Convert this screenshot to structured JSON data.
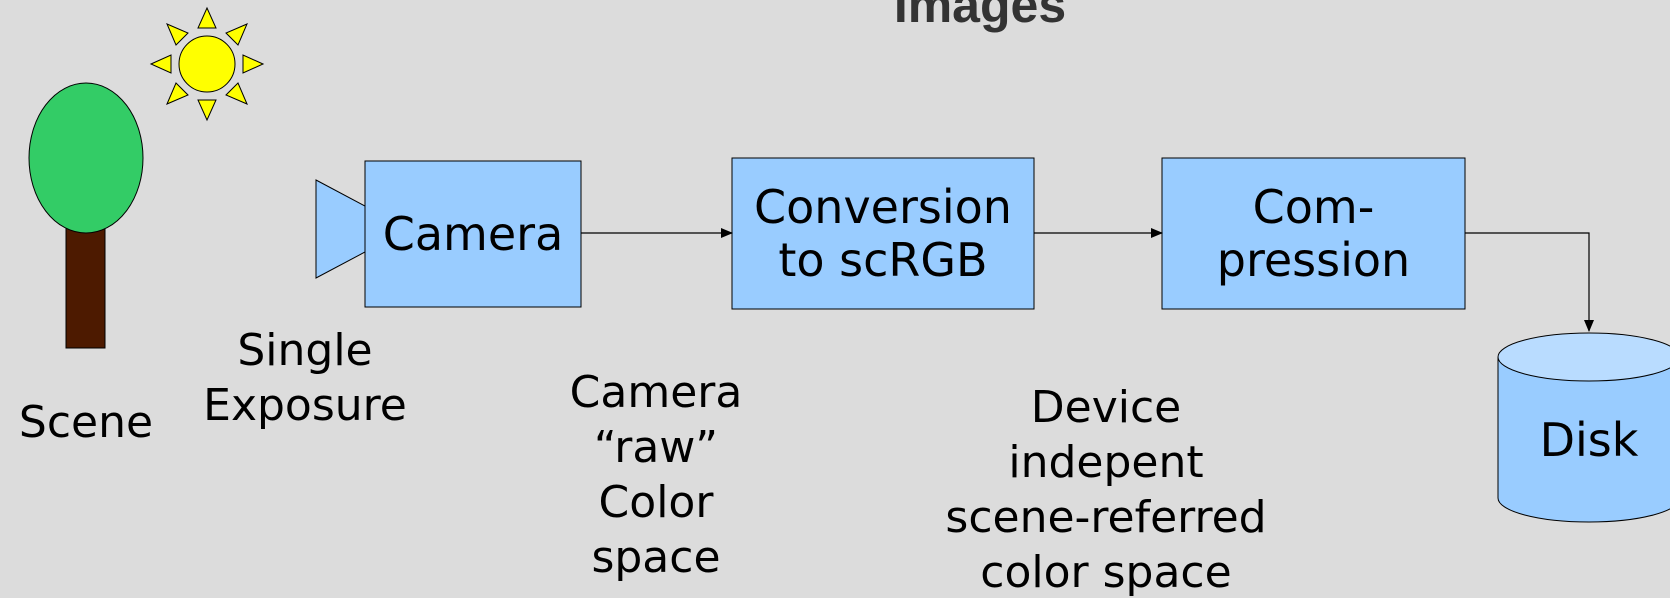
{
  "title": "Images",
  "boxes": {
    "camera": "Camera",
    "conversion": "Conversion\nto scRGB",
    "compression": "Com-\npression",
    "disk": "Disk"
  },
  "captions": {
    "scene": "Scene",
    "single_exposure": "Single\nExposure",
    "camera_raw": "Camera\n“raw”\nColor\nspace",
    "device_independent": "Device\nindepent\nscene-referred\ncolor space"
  },
  "colors": {
    "box_fill": "#99ccff",
    "disk_top": "#b9dcff",
    "tree_crown": "#33cc66",
    "tree_trunk": "#4d1a00",
    "sun": "#ffff00",
    "background": "#dcdcdc"
  }
}
